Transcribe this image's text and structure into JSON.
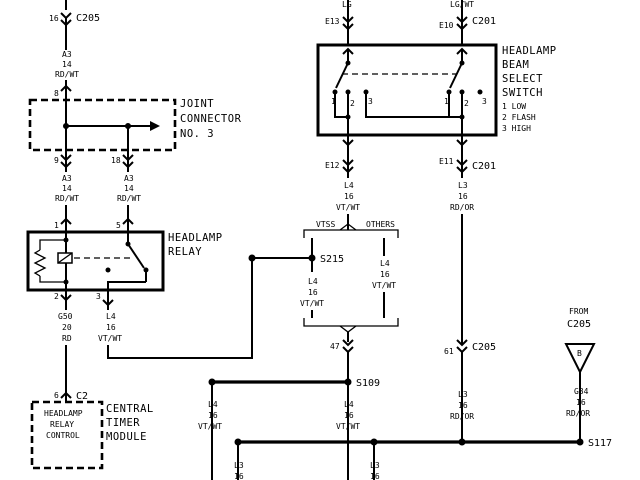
{
  "connectors": {
    "c205_top": "C205",
    "e13_c201": "C201",
    "e11_c201": "C201",
    "c205_mid": "C205",
    "c2": "C2"
  },
  "wires": {
    "top_pin": "16",
    "top_lg_left": "LG",
    "top_lg_right": "LG/WT",
    "a3_top": [
      "A3",
      "14",
      "RD/WT"
    ],
    "a3_left": [
      "A3",
      "14",
      "RD/WT"
    ],
    "a3_right": [
      "A3",
      "14",
      "RD/WT"
    ],
    "l4_switch": [
      "L4",
      "16",
      "VT/WT"
    ],
    "l3_switch": [
      "L3",
      "16",
      "RD/OR"
    ],
    "l4_vtss": [
      "L4",
      "16",
      "VT/WT"
    ],
    "l4_others": [
      "L4",
      "16",
      "VT/WT"
    ],
    "g50": [
      "G50",
      "20",
      "RD"
    ],
    "l4_relay": [
      "L4",
      "16",
      "VT/WT"
    ],
    "l4_s109_left": [
      "L4",
      "16",
      "VT/WT"
    ],
    "l4_s109_right": [
      "L4",
      "16",
      "VT/WT"
    ],
    "l3_c205": [
      "L3",
      "16",
      "RD/OR"
    ],
    "g34": [
      "G34",
      "16",
      "RD/OR"
    ],
    "l3_bottom_a": [
      "L3",
      "16"
    ],
    "l3_bottom_b": [
      "L3",
      "16"
    ]
  },
  "pins": {
    "e13": "E13",
    "e10": "E10",
    "e12": "E12",
    "e11": "E11",
    "jc_8": "8",
    "jc_9": "9",
    "jc_18": "18",
    "relay_1": "1",
    "relay_5": "5",
    "relay_2": "2",
    "relay_3": "3",
    "c205_47": "47",
    "c205_61": "61",
    "sw_1a": "1",
    "sw_2a": "2",
    "sw_3a": "3",
    "sw_1b": "1",
    "sw_2b": "2",
    "sw_3b": "3",
    "c2_pin": "6"
  },
  "splices": {
    "s215": "S215",
    "s109": "S109",
    "s117": "S117"
  },
  "branches": {
    "vtss": "VTSS",
    "others": "OTHERS"
  },
  "components": {
    "joint_connector": [
      "JOINT",
      "CONNECTOR",
      "NO. 3"
    ],
    "headlamp_relay": [
      "HEADLAMP",
      "RELAY"
    ],
    "beam_switch": [
      "HEADLAMP",
      "BEAM",
      "SELECT",
      "SWITCH"
    ],
    "beam_positions": [
      "1 LOW",
      "2 FLASH",
      "3 HIGH"
    ],
    "timer_box": [
      "HEADLAMP",
      "RELAY",
      "CONTROL"
    ],
    "central_timer": [
      "CENTRAL",
      "TIMER",
      "MODULE"
    ]
  },
  "from_c205": {
    "line1": "FROM",
    "line2": "C205",
    "arrow_letter": "B"
  }
}
